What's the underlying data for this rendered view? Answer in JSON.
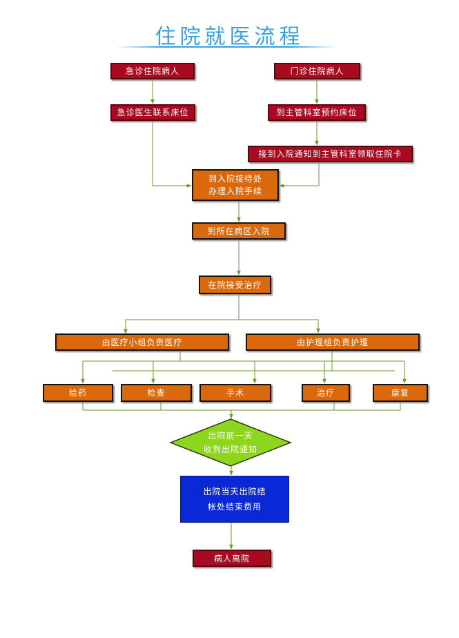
{
  "title": "住院就医流程",
  "nodes": {
    "emergency_patient": "急诊住院病人",
    "outpatient_patient": "门诊住院病人",
    "emergency_doctor_bed": "急诊医生联系床位",
    "dept_reserve_bed": "到主管科室预约床位",
    "receive_notice": "接到入院通知到主管科室领取住院卡",
    "reception_line1": "到入院接待处",
    "reception_line2": "办理入院手续",
    "ward_admission": "到所在病区入院",
    "receive_treatment": "在院接受治疗",
    "medical_team": "由医疗小组负责医疗",
    "nursing_team": "由护理组负责护理",
    "medication": "给药",
    "examination": "检查",
    "surgery": "手术",
    "treatment": "治疗",
    "rehabilitation": "康复",
    "discharge_notice_line1": "出院前一天",
    "discharge_notice_line2": "收到出院通知",
    "checkout_line1": "出院当天出院结",
    "checkout_line2": "帐处结束费用",
    "patient_leaves": "病人离院"
  },
  "colors": {
    "title": "#3aa0dc",
    "red_box": "#a80b20",
    "orange_box": "#d9690c",
    "diamond": "#8ed61e",
    "blue_box": "#0b28d6",
    "connector": "#6a9a2a"
  }
}
